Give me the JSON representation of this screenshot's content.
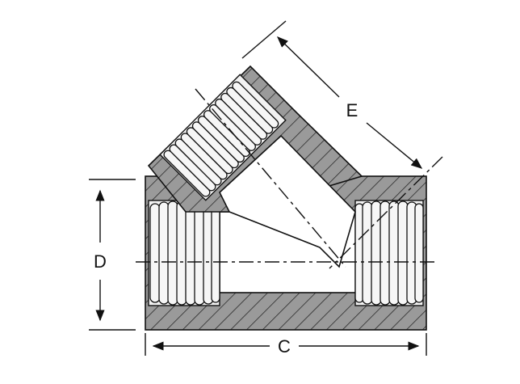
{
  "diagram": {
    "labels": {
      "d": "D",
      "c": "C",
      "e": "E"
    },
    "colors": {
      "line": "#111111",
      "body": "#9a9a9a",
      "background": "#ffffff"
    }
  }
}
